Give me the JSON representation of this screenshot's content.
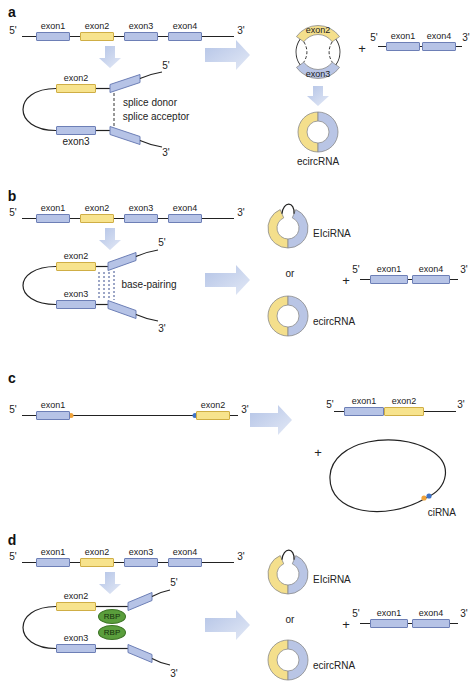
{
  "diagram": {
    "nodes": [
      {
        "text": [
          "exon1"
        ]
      },
      {
        "text": [
          "exon2"
        ]
      },
      {
        "text": [
          "exon3"
        ]
      },
      {
        "text": [
          "exon4"
        ]
      },
      {
        "text": [
          "exon2"
        ]
      },
      {
        "text": [
          "exon3"
        ]
      },
      {
        "text": [
          "exon2",
          "exon3"
        ]
      },
      {
        "text": [
          "exon1"
        ]
      },
      {
        "text": [
          "exon4"
        ]
      },
      {
        "text": [
          "ecircRNA"
        ]
      },
      {
        "text": [
          "exon1"
        ]
      },
      {
        "text": [
          "exon2"
        ]
      },
      {
        "text": [
          "exon3"
        ]
      },
      {
        "text": [
          "exon4"
        ]
      },
      {
        "text": [
          "exon2"
        ]
      },
      {
        "text": [
          "exon3"
        ]
      },
      {
        "text": [
          "EIciRNA"
        ]
      },
      {
        "text": [
          "exon1"
        ]
      },
      {
        "text": [
          "exon4"
        ]
      },
      {
        "text": [
          "ecircRNA"
        ]
      },
      {
        "text": [
          "exon1"
        ]
      },
      {
        "text": [
          "exon2"
        ]
      },
      {
        "text": [
          "exon1"
        ]
      },
      {
        "text": [
          "exon2"
        ]
      },
      {
        "text": [
          "ciRNA"
        ]
      },
      {
        "text": [
          "exon1"
        ]
      },
      {
        "text": [
          "exon2"
        ]
      },
      {
        "text": [
          "exon3"
        ]
      },
      {
        "text": [
          "exon4"
        ]
      },
      {
        "text": [
          "exon2"
        ]
      },
      {
        "text": [
          "exon3"
        ]
      },
      {
        "text": [
          "RBP"
        ]
      },
      {
        "text": [
          "RBP"
        ]
      },
      {
        "text": [
          "EIciRNA"
        ]
      },
      {
        "text": [
          "exon1"
        ]
      },
      {
        "text": [
          "exon4"
        ]
      },
      {
        "text": [
          "ecircRNA"
        ]
      }
    ],
    "labels": [
      "a",
      "5'",
      "3'",
      "5'",
      "splice donor",
      "splice acceptor",
      "3'",
      "+",
      "5'",
      "3'",
      "b",
      "5'",
      "3'",
      "5'",
      "base-pairing",
      "3'",
      "or",
      "+",
      "5'",
      "3'",
      "c",
      "5'",
      "3'",
      "5'",
      "3'",
      "+",
      "d",
      "5'",
      "3'",
      "5'",
      "3'",
      "or",
      "+",
      "5'",
      "3'"
    ]
  }
}
